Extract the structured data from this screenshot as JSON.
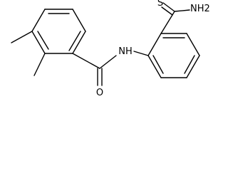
{
  "molecule": {
    "atoms": {
      "amide_oxygen": "O",
      "amide_nitrogen": "NH",
      "thioamide_sulfur": "S",
      "thioamide_nitrogen": "NH2"
    }
  }
}
